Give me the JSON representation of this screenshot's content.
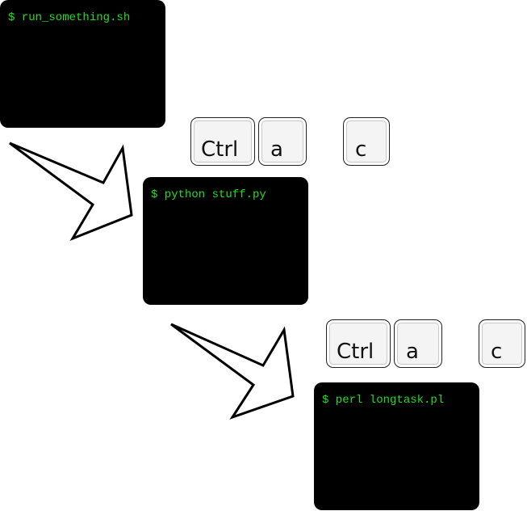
{
  "colors": {
    "terminal_bg": "#000000",
    "terminal_text": "#22dd22",
    "key_bg": "#f4f4f4",
    "arrow_fill": "#ffffff",
    "arrow_stroke": "#000000"
  },
  "steps": [
    {
      "command": "$ run_something.sh"
    },
    {
      "command": "$ python stuff.py"
    },
    {
      "command": "$ perl longtask.pl"
    }
  ],
  "key_sequences": [
    {
      "keys": [
        "Ctrl",
        "a",
        "c"
      ]
    },
    {
      "keys": [
        "Ctrl",
        "a",
        "c"
      ]
    }
  ],
  "icons": {
    "arrow": "hollow-arrow-icon"
  }
}
